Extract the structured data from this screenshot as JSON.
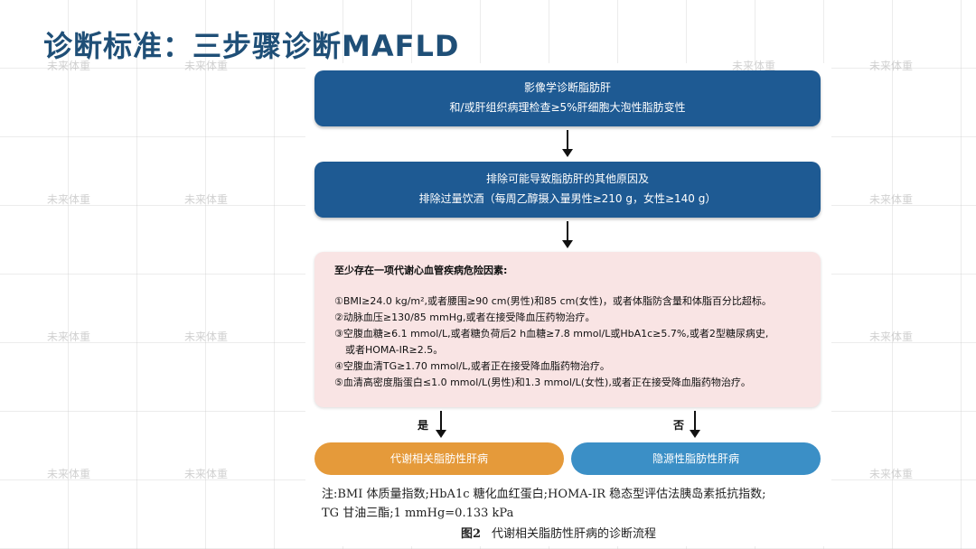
{
  "title": "诊断标准：三步骤诊断MAFLD",
  "watermark": "未来体重",
  "box1": {
    "line1": "影像学诊断脂肪肝",
    "line2": "和/或肝组织病理检查≥5%肝细胞大泡性脂肪变性"
  },
  "box2": {
    "line1": "排除可能导致脂肪肝的其他原因及",
    "line2": "排除过量饮酒（每周乙醇摄入量男性≥210 g，女性≥140 g）"
  },
  "box3": {
    "head": "至少存在一项代谢心血管疾病危险因素:",
    "items": [
      "①BMI≥24.0 kg/m²,或者腰围≥90 cm(男性)和85 cm(女性)，或者体脂防含量和体脂百分比超标。",
      "②动脉血压≥130/85 mmHg,或者在接受降血压药物治疗。",
      "③空腹血糖≥6.1 mmol/L,或者糖负荷后2 h血糖≥7.8 mmol/L或HbA1c≥5.7%,或者2型糖尿病史,",
      "或者HOMA-IR≥2.5。",
      "④空腹血清TG≥1.70 mmol/L,或者正在接受降血脂药物治疗。",
      "⑤血清高密度脂蛋白≤1.0 mmol/L(男性)和1.3 mmol/L(女性),或者正在接受降血脂药物治疗。"
    ]
  },
  "branch": {
    "yes": "是",
    "no": "否",
    "yes_result": "代谢相关脂肪性肝病",
    "no_result": "隐源性脂肪性肝病"
  },
  "note": {
    "line1": "注:BMI 体质量指数;HbA1c 糖化血红蛋白;HOMA-IR 稳态型评估法胰岛素抵抗指数;",
    "line2": "TG 甘油三酯;1 mmHg=0.133 kPa"
  },
  "caption": {
    "label": "图2",
    "text": "代谢相关脂肪性肝病的诊断流程"
  },
  "colors": {
    "title": "#1f4f77",
    "blue_box": "#1e5a93",
    "pink_box": "#f9e4e4",
    "orange_pill": "#e59a3a",
    "blue_pill": "#3b8fc6"
  }
}
